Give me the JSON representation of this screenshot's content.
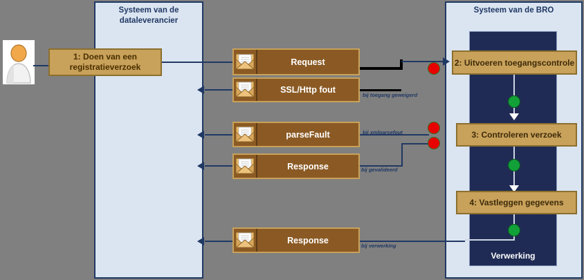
{
  "diagram": {
    "lanes": [
      {
        "id": "datalevering",
        "title": "Systeem van de dataleverancier"
      },
      {
        "id": "bro",
        "title": "Systeem van de BRO"
      }
    ],
    "processing_label": "Verwerking",
    "actor": {
      "icon": "user-actor-icon"
    }
  },
  "steps": [
    {
      "id": "step1",
      "label": "1: Doen van een registratieverzoek"
    },
    {
      "id": "step2",
      "label": "2: Uitvoeren toegangscontrole"
    },
    {
      "id": "step3",
      "label": "3:  Controleren verzoek"
    },
    {
      "id": "step4",
      "label": "4: Vastleggen gegevens"
    }
  ],
  "step1_lines": [
    "1: Doen van een",
    "registratieverzoek"
  ],
  "messages": [
    {
      "id": "request",
      "label": "Request",
      "icon": "envelope-icon"
    },
    {
      "id": "sslfout",
      "label": "SSL/Http fout",
      "icon": "envelope-icon"
    },
    {
      "id": "parsefault",
      "label": "parseFault",
      "icon": "envelope-icon"
    },
    {
      "id": "response1",
      "label": "Response",
      "icon": "envelope-icon"
    },
    {
      "id": "response2",
      "label": "Response",
      "icon": "envelope-icon"
    }
  ],
  "conditions": [
    {
      "id": "cond-toegang",
      "label": "bij toegang geweigerd"
    },
    {
      "id": "cond-parse",
      "label": "bij xmlparsefout"
    },
    {
      "id": "cond-valid",
      "label": "bij gevalideerd"
    },
    {
      "id": "cond-verw",
      "label": "bij verwerking"
    }
  ],
  "colors": {
    "lane_fill": "#dbe5f1",
    "lane_border": "#1f3864",
    "dark_block": "#1f2b54",
    "message_fill": "#8b5a24",
    "process_fill": "#c8a15a",
    "error_dot": "#e80000",
    "ok_dot": "#12a038",
    "background": "#808080"
  }
}
